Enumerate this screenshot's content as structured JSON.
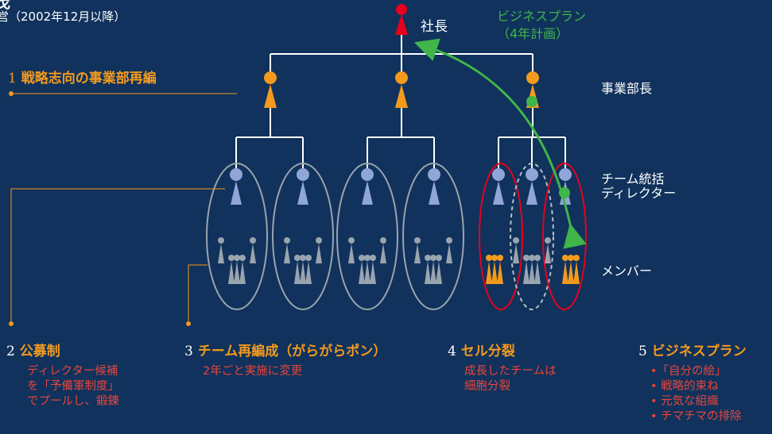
{
  "header": {
    "title_fragment": "戈",
    "subtitle_fragment": "営（2002年12月以降）"
  },
  "roles": {
    "president": "社長",
    "division_head": "事業部長",
    "team_director_line1": "チーム統括",
    "team_director_line2": "ディレクター",
    "member": "メンバー"
  },
  "business_plan": {
    "line1": "ビジネスプラン",
    "line2": "（4年計画）"
  },
  "point1": {
    "num": "1",
    "title": "戦略志向の事業部再編"
  },
  "point2": {
    "num": "2",
    "title": "公募制",
    "lines": [
      "ディレクター候補",
      "を「予備軍制度」",
      "でプールし、鍛錬"
    ]
  },
  "point3": {
    "num": "3",
    "title": "チーム再編成（がらがらポン）",
    "lines": [
      "2年ごと実施に変更"
    ]
  },
  "point4": {
    "num": "4",
    "title": "セル分裂",
    "lines": [
      "成長したチームは",
      "細胞分裂"
    ]
  },
  "point5": {
    "num": "5",
    "title": "ビジネスプラン",
    "lines": [
      "•「自分の絵」",
      "• 戦略的束ね",
      "• 元気な組織",
      "• チマチマの排除"
    ]
  },
  "colors": {
    "background": "#10325c",
    "orange": "#f39a1e",
    "red": "#e8453b",
    "green": "#3fb54a",
    "director_blue": "#8fa6d6",
    "member_gray": "#9aa4ae"
  }
}
